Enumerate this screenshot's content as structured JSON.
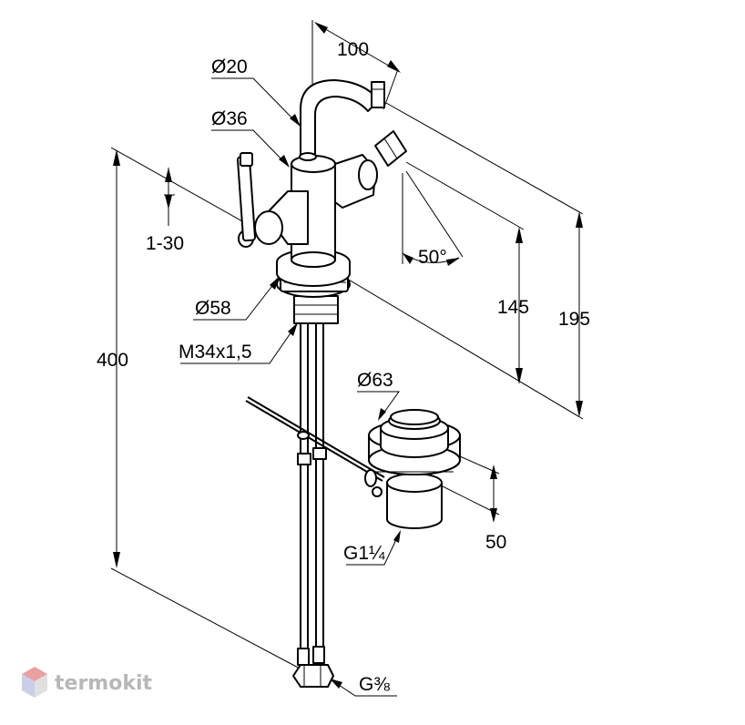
{
  "dimensions": {
    "spout_reach": "100",
    "spout_diameter": "Ø20",
    "body_diameter": "Ø36",
    "lever_travel": "1-30",
    "base_diameter": "Ø58",
    "mounting_thread": "M34x1,5",
    "overall_height": "400",
    "swivel_angle": "50°",
    "spout_height": "145",
    "top_height": "195",
    "waste_diameter": "Ø63",
    "waste_height": "50",
    "waste_thread": "G1¼",
    "supply_thread": "G⅜"
  },
  "watermark": {
    "text": "termokit",
    "colors": {
      "top": "#e8a0a0",
      "left": "#c9cfe6",
      "right": "#e0e0e0"
    }
  }
}
